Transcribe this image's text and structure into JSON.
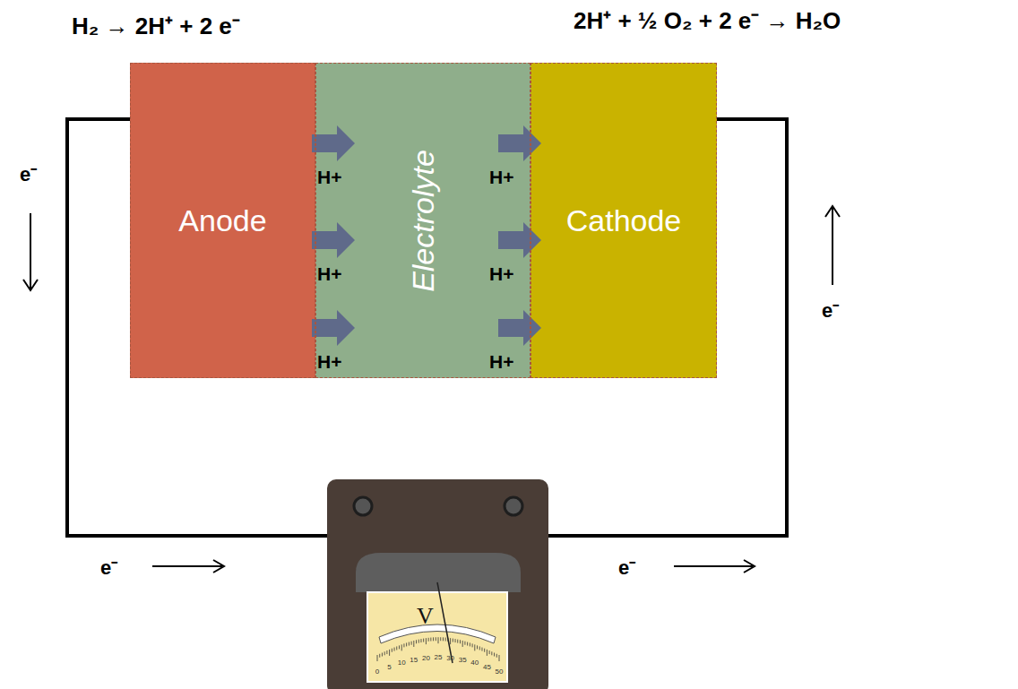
{
  "diagram": {
    "nodes": [
      {
        "text": [
          "Anode"
        ]
      },
      {
        "text": [
          "Electrolyte"
        ]
      },
      {
        "text": [
          "Cathode"
        ]
      },
      {
        "text": [
          "V"
        ]
      }
    ],
    "edges": [
      {
        "from": 0,
        "to": 3,
        "arrow": "none"
      },
      {
        "from": 3,
        "to": 2,
        "arrow": "none"
      }
    ],
    "labels": [
      "H₂ → 2H⁺ + 2 e⁻",
      "2H⁺ + ½ O₂ + 2 e⁻ → H₂O",
      "e⁻",
      "H+",
      "H+",
      "H+",
      "H+",
      "H+",
      "H+",
      "e⁻",
      "e⁻",
      "e⁻",
      "0",
      "5",
      "10",
      "15",
      "20",
      "25",
      "30",
      "35",
      "40",
      "45",
      "50"
    ]
  }
}
